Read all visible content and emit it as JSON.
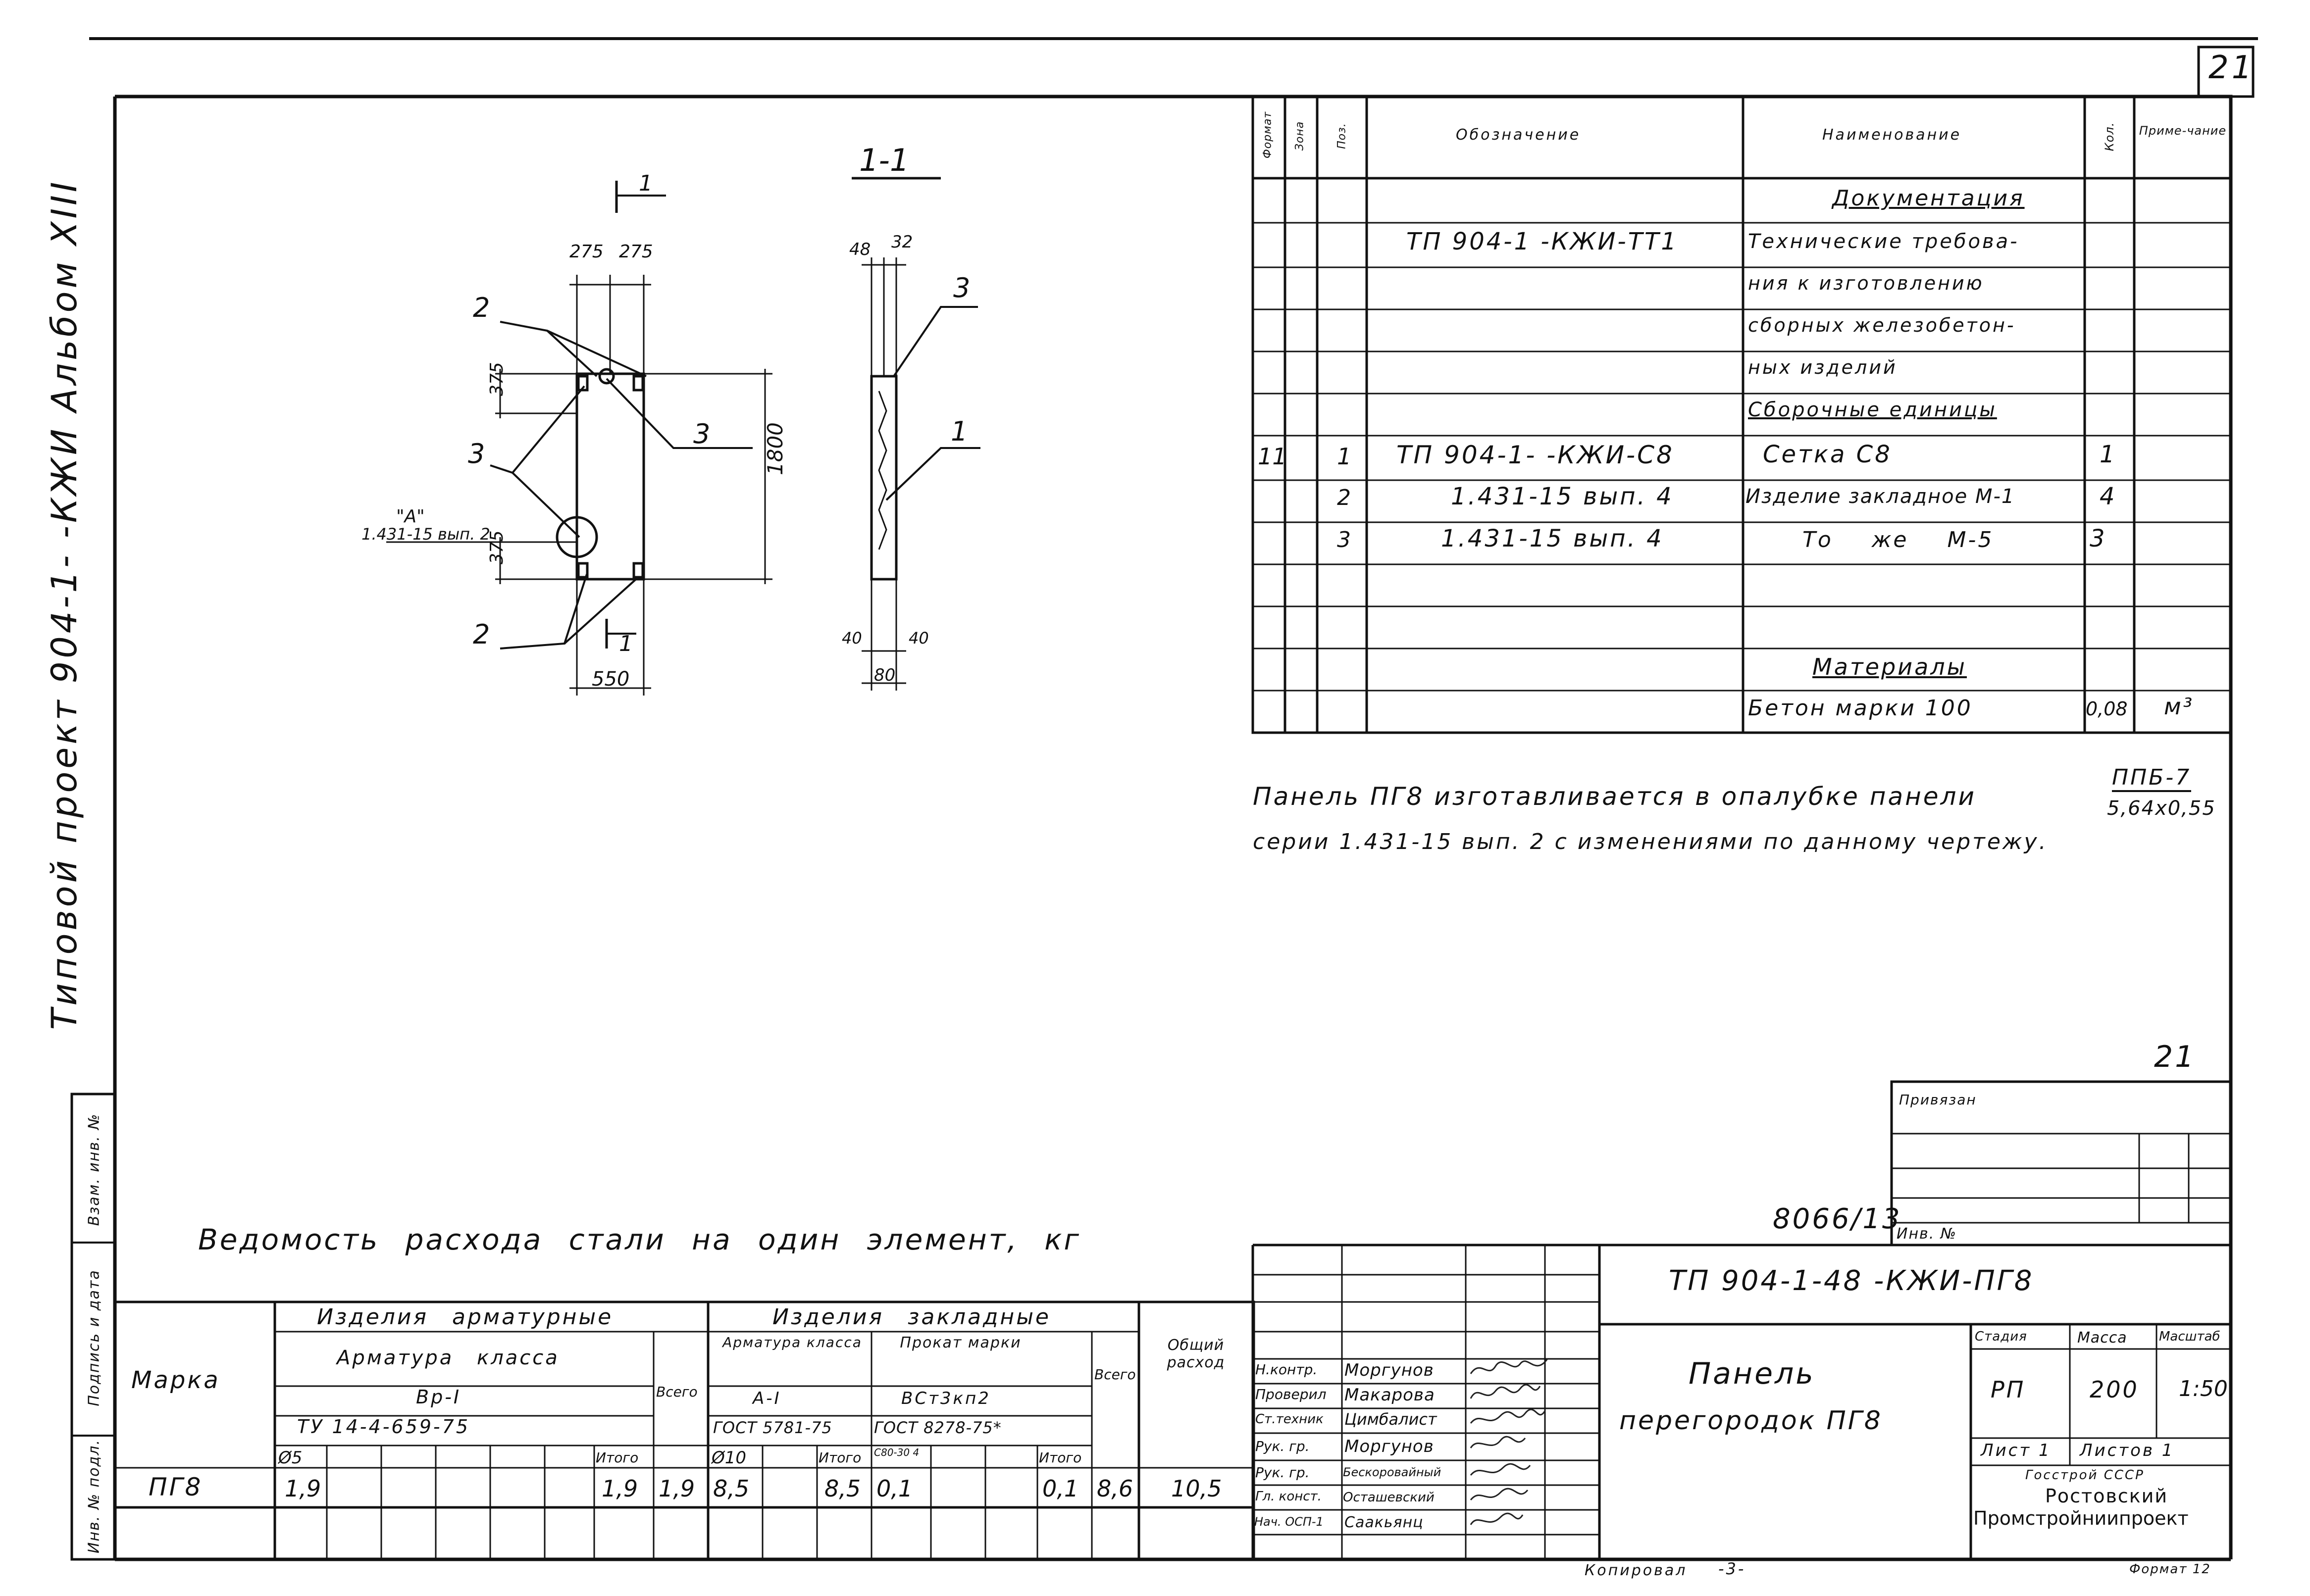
{
  "sheet": {
    "number_top": "21",
    "number_above_block": "21",
    "side_title": "Типовой проект 904-1- -КЖИ Альбом XIII",
    "margin_labels": [
      "Инв. № подл.",
      "Подпись и дата",
      "Взам. инв. №"
    ],
    "inv_number": "8066/13",
    "copied": "Копировал",
    "copied_sign": "-3-",
    "format": "Формат 12"
  },
  "drawing": {
    "section_label": "1-1",
    "cut_mark": "1",
    "detail_ref": [
      "\"А\"",
      "1.431-15 вып. 2"
    ],
    "dim_275_left": "275",
    "dim_275_right": "275",
    "dim_375_top": "375",
    "dim_375_bottom": "375",
    "dim_1800": "1800",
    "dim_550": "550",
    "dim_48": "48",
    "dim_32": "32",
    "dim_40_left": "40",
    "dim_40_right": "40",
    "dim_80": "80",
    "pos_labels": [
      "2",
      "3",
      "3",
      "2",
      "3",
      "1"
    ]
  },
  "spec": {
    "headers": [
      "Формат",
      "Зона",
      "Поз.",
      "Обозначение",
      "Наименование",
      "Кол.",
      "Приме-чание"
    ],
    "rows": [
      {
        "format": "",
        "pos": "",
        "designation": "",
        "name": "Документация",
        "qty": "",
        "note": ""
      },
      {
        "format": "",
        "pos": "",
        "designation": "ТП 904-1 -КЖИ-ТТ1",
        "name": "Технические требова-",
        "qty": "",
        "note": ""
      },
      {
        "format": "",
        "pos": "",
        "designation": "",
        "name": "ния к изготовлению",
        "qty": "",
        "note": ""
      },
      {
        "format": "",
        "pos": "",
        "designation": "",
        "name": "сборных железобетон-",
        "qty": "",
        "note": ""
      },
      {
        "format": "",
        "pos": "",
        "designation": "",
        "name": "ных изделий",
        "qty": "",
        "note": ""
      },
      {
        "format": "",
        "pos": "",
        "designation": "",
        "name": "Сборочные единицы",
        "qty": "",
        "note": ""
      },
      {
        "format": "11",
        "pos": "1",
        "designation": "ТП 904-1- -КЖИ-С8",
        "name": "Сетка С8",
        "qty": "1",
        "note": ""
      },
      {
        "format": "",
        "pos": "2",
        "designation": "1.431-15 вып. 4",
        "name": "Изделие закладное М-1",
        "qty": "4",
        "note": ""
      },
      {
        "format": "",
        "pos": "3",
        "designation": "1.431-15 вып. 4",
        "name": "То же М-5",
        "qty": "3",
        "note": ""
      },
      {
        "format": "",
        "pos": "",
        "designation": "",
        "name": "",
        "qty": "",
        "note": ""
      },
      {
        "format": "",
        "pos": "",
        "designation": "",
        "name": "",
        "qty": "",
        "note": ""
      },
      {
        "format": "",
        "pos": "",
        "designation": "",
        "name": "Материалы",
        "qty": "",
        "note": ""
      },
      {
        "format": "",
        "pos": "",
        "designation": "",
        "name": "Бетон марки 100",
        "qty": "0,08",
        "note": "м³"
      }
    ]
  },
  "note": {
    "line1": "Панель ПГ8 изготавливается в опалубке панели",
    "fraction_top": "ППБ-7",
    "fraction_bottom": "5,64х0,55",
    "line2": "серии 1.431-15 вып. 2 с изменениями по данному чертежу."
  },
  "steel": {
    "title": "Ведомость расхода стали на один элемент, кг",
    "marka": "Марка",
    "group1": "Изделия арматурные",
    "group1_sub": "Арматура класса",
    "group1_class": "Вр-I",
    "group1_std": "ТУ 14-4-659-75",
    "group2": "Изделия закладные",
    "group2_a": "Арматура класса",
    "group2_a_class": "А-I",
    "group2_a_std": "ГОСТ 5781-75",
    "group2_b": "Прокат марки",
    "group2_b_class": "ВСт3кп2",
    "group2_b_std": "ГОСТ 8278-75*",
    "total": "Всего",
    "overall": "Общий расход",
    "d5": "Ø5",
    "d10": "Ø10",
    "profile": "С80-30 4",
    "itogo": "Итого",
    "row": {
      "marka": "ПГ8",
      "d5": "1,9",
      "itogo1": "1,9",
      "total1": "1,9",
      "d10": "8,5",
      "itogo2": "8,5",
      "prof": "0,1",
      "itogo3": "0,1",
      "total2": "8,6",
      "overall": "10,5"
    }
  },
  "titleblock": {
    "privyazan": "Привязан",
    "inv_label": "Инв. №",
    "code": "ТП 904-1-48 -КЖИ-ПГ8",
    "name1": "Панель",
    "name2": "перегородок ПГ8",
    "stage_label": "Стадия",
    "mass_label": "Масса",
    "scale_label": "Масштаб",
    "stage": "РП",
    "mass": "200",
    "scale": "1:50",
    "sheet": "Лист 1",
    "sheets": "Листов 1",
    "org1": "Госстрой СССР",
    "org2": "Ростовский",
    "org3": "Промстройниипроект",
    "people": [
      {
        "role": "Н.контр.",
        "name": "Моргунов"
      },
      {
        "role": "Проверил",
        "name": "Макарова"
      },
      {
        "role": "Ст.техник",
        "name": "Цимбалист"
      },
      {
        "role": "Рук. гр.",
        "name": "Моргунов"
      },
      {
        "role": "Рук. гр.",
        "name": "Бескоровайный"
      },
      {
        "role": "Гл. конст.",
        "name": "Осташевский"
      },
      {
        "role": "Нач. ОСП-1",
        "name": "Саакьянц"
      }
    ]
  }
}
